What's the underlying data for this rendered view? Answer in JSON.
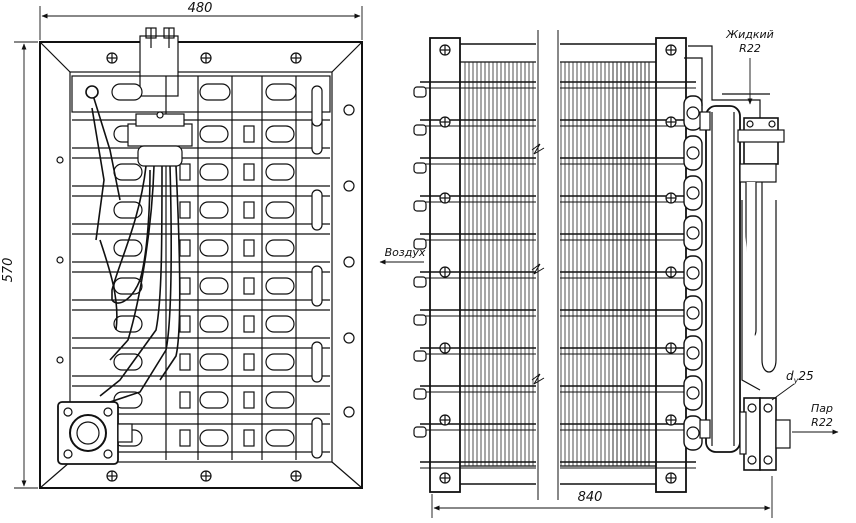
{
  "dimensions": {
    "width_front": "480",
    "height_front": "570",
    "length_side": "840"
  },
  "labels": {
    "liquid_line_1": "Жидкий",
    "liquid_line_2": "R22",
    "air": "Воздух",
    "pipe_size": "d",
    "pipe_size_sub": "у",
    "pipe_size_value": "25",
    "vapor_line_1": "Пар",
    "vapor_line_2": "R22"
  }
}
